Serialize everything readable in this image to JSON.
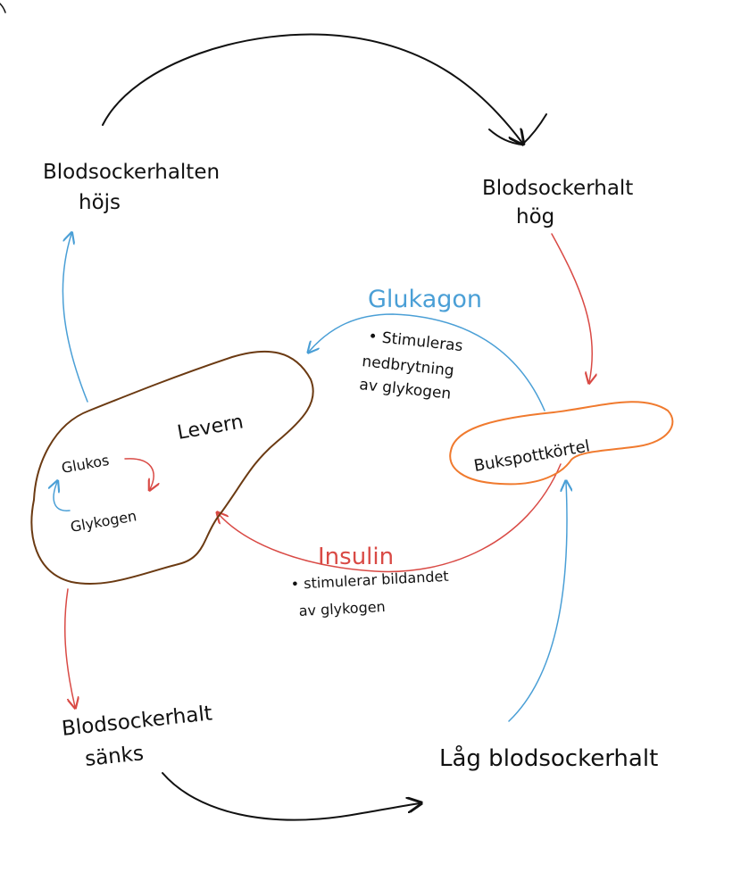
{
  "colors": {
    "ink": "#111111",
    "blue": "#4a9fd6",
    "red": "#d94a45",
    "liver": "#6b3a12",
    "pancreas": "#f07a2e"
  },
  "nodes": {
    "high_raised_line1": "Blodsockerhalten",
    "high_raised_line2": "höjs",
    "high_line1": "Blodsockerhalt",
    "high_line2": "hög",
    "liver": "Levern",
    "pancreas": "Bukspottkörtel",
    "lowered_line1": "Blodsockerhalt",
    "lowered_line2": "sänks",
    "low": "Låg blodsockerhalt"
  },
  "liver_cycle": {
    "glucose": "Glukos",
    "glycogen": "Glykogen"
  },
  "glucagon": {
    "label": "Glukagon",
    "note_line1": "• Stimuleras",
    "note_line2": "nedbrytning",
    "note_line3": "av glykogen"
  },
  "insulin": {
    "label": "Insulin",
    "note_line1": "• stimulerar bildandet",
    "note_line2": "av glykogen"
  }
}
